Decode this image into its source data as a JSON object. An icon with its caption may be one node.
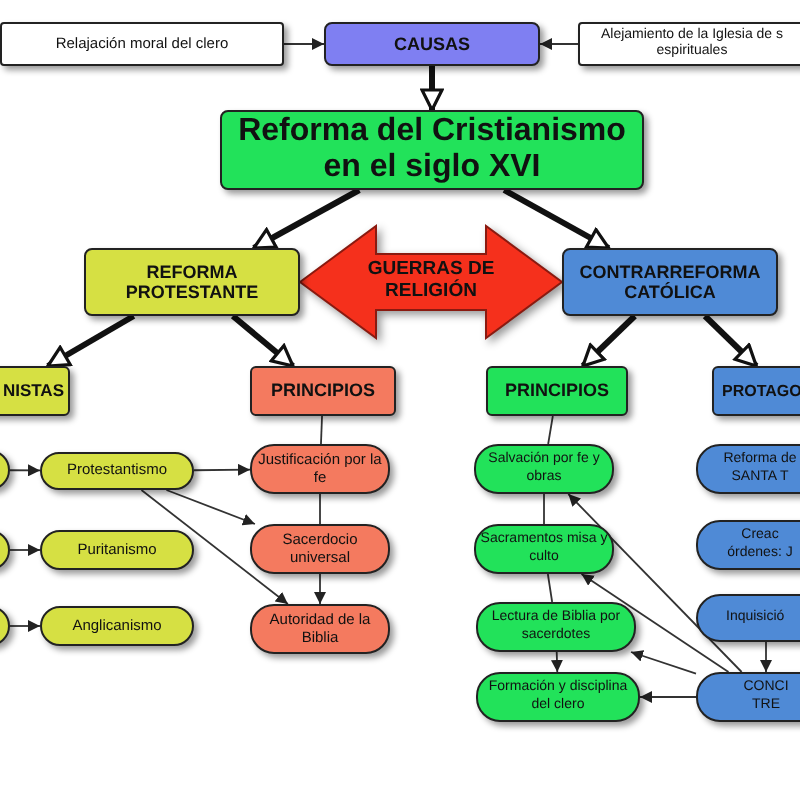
{
  "diagram": {
    "nodes": [
      {
        "text": [
          "Relajación moral del clero"
        ]
      },
      {
        "text": [
          "CAUSAS"
        ]
      },
      {
        "text": [
          "Alejamiento de la Iglesia de s espirituales"
        ]
      },
      {
        "text": [
          "Reforma del Cristianismo en el siglo XVI"
        ]
      },
      {
        "text": [
          "REFORMA PROTESTANTE"
        ]
      },
      {
        "text": [
          "CONTRARREFORMA CATÓLICA"
        ]
      },
      {
        "text": [
          "NISTAS"
        ]
      },
      {
        "text": [
          "PRINCIPIOS"
        ]
      },
      {
        "text": [
          "PRINCIPIOS"
        ]
      },
      {
        "text": [
          "PROTAGO"
        ]
      },
      {
        "text": [],
        "shape": "box"
      },
      {
        "text": [],
        "shape": "box"
      },
      {
        "text": [],
        "shape": "box"
      },
      {
        "text": [
          "Protestantismo"
        ]
      },
      {
        "text": [
          "Puritanismo"
        ]
      },
      {
        "text": [
          "Anglicanismo"
        ]
      },
      {
        "text": [
          "Justificación por la fe"
        ]
      },
      {
        "text": [
          "Sacerdocio universal"
        ]
      },
      {
        "text": [
          "Autoridad de la Biblia"
        ]
      },
      {
        "text": [
          "Salvación por fe y obras"
        ]
      },
      {
        "text": [
          "Sacramentos misa y culto"
        ]
      },
      {
        "text": [
          "Lectura de Biblia por sacerdotes"
        ]
      },
      {
        "text": [
          "Formación y disciplina del clero"
        ]
      },
      {
        "text": [
          "Reforma de SANTA T"
        ]
      },
      {
        "text": [
          "Creac órdenes: J"
        ]
      },
      {
        "text": [
          "Inquisició"
        ]
      },
      {
        "text": [
          "CONCI TRE"
        ]
      }
    ],
    "edges": [
      {
        "from": 0,
        "to": 1,
        "arrow": "to"
      },
      {
        "from": 2,
        "to": 1,
        "arrow": "to"
      },
      {
        "from": 1,
        "to": 3,
        "arrow": "to",
        "style": "thick"
      },
      {
        "from": 3,
        "to": 4,
        "arrow": "to",
        "style": "thick"
      },
      {
        "from": 3,
        "to": 5,
        "arrow": "to",
        "style": "thick"
      },
      {
        "from": 4,
        "to": 5,
        "arrow": "both",
        "label": "GUERRAS DE RELIGIÓN",
        "style": "thick",
        "color": "#f5301c"
      },
      {
        "from": 4,
        "to": 6,
        "arrow": "to",
        "style": "thick"
      },
      {
        "from": 4,
        "to": 7,
        "arrow": "to",
        "style": "thick"
      },
      {
        "from": 5,
        "to": 8,
        "arrow": "to",
        "style": "thick"
      },
      {
        "from": 5,
        "to": 9,
        "arrow": "to",
        "style": "thick"
      },
      {
        "from": 10,
        "to": 13,
        "arrow": "to"
      },
      {
        "from": 11,
        "to": 14,
        "arrow": "to"
      },
      {
        "from": 12,
        "to": 15,
        "arrow": "to"
      },
      {
        "from": 13,
        "to": 16,
        "arrow": "to"
      },
      {
        "from": 13,
        "to": 17,
        "arrow": "to"
      },
      {
        "from": 13,
        "to": 18,
        "arrow": "to"
      },
      {
        "from": 7,
        "to": 16,
        "arrow": "none"
      },
      {
        "from": 16,
        "to": 17,
        "arrow": "none"
      },
      {
        "from": 17,
        "to": 18,
        "arrow": "to"
      },
      {
        "from": 8,
        "to": 19,
        "arrow": "none"
      },
      {
        "from": 19,
        "to": 20,
        "arrow": "none"
      },
      {
        "from": 20,
        "to": 21,
        "arrow": "none"
      },
      {
        "from": 21,
        "to": 22,
        "arrow": "to"
      },
      {
        "from": 26,
        "to": 19,
        "arrow": "to"
      },
      {
        "from": 26,
        "to": 20,
        "arrow": "to"
      },
      {
        "from": 26,
        "to": 21,
        "arrow": "to"
      },
      {
        "from": 26,
        "to": 22,
        "arrow": "to"
      },
      {
        "from": 25,
        "to": 26,
        "arrow": "to"
      }
    ]
  }
}
